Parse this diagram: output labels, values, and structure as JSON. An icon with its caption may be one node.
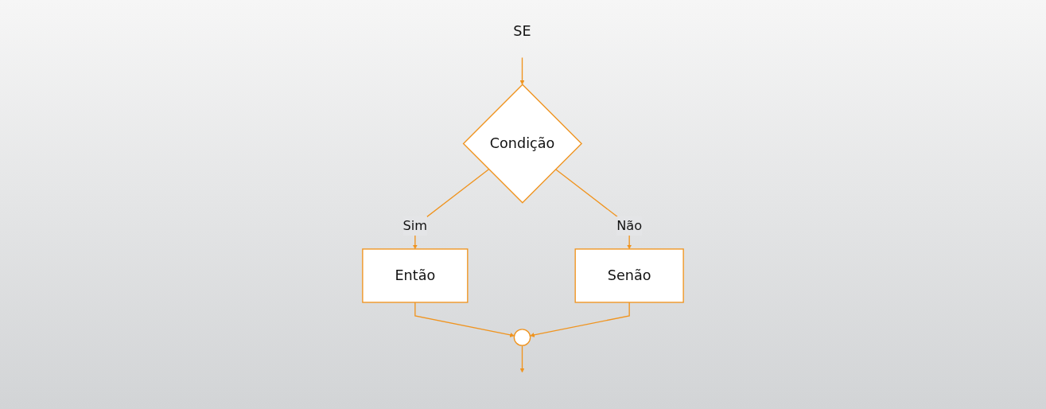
{
  "diagram": {
    "nodes": [
      {
        "text": [
          "SE"
        ]
      },
      {
        "text": [
          "Condição"
        ]
      },
      {
        "text": [
          "Então"
        ]
      },
      {
        "text": [
          "Senão"
        ]
      },
      {
        "text": [],
        "shape": "ellipse"
      }
    ],
    "edges": [
      {
        "from": 0,
        "to": 1,
        "arrow": "to"
      },
      {
        "from": 1,
        "to": 2,
        "label": "Sim",
        "arrow": "to"
      },
      {
        "from": 1,
        "to": 3,
        "label": "Não",
        "arrow": "to"
      },
      {
        "from": 2,
        "to": 4,
        "arrow": "to"
      },
      {
        "from": 3,
        "to": 4,
        "arrow": "to"
      },
      {
        "from": 4,
        "to": null,
        "arrow": "to"
      }
    ]
  }
}
